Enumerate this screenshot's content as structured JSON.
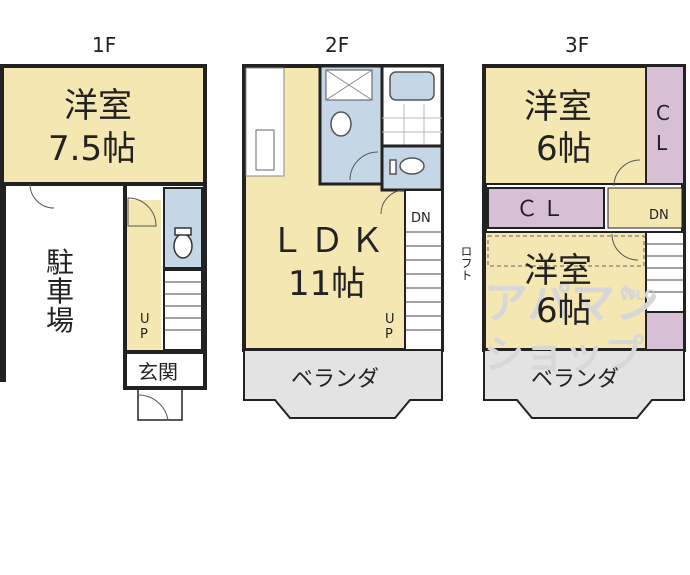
{
  "floors": {
    "f1": "1F",
    "f2": "2F",
    "f3": "3F"
  },
  "rooms": {
    "f1_western_label": "洋室",
    "f1_western_size": "7.5帖",
    "parking_1": "駐",
    "parking_2": "車",
    "parking_3": "場",
    "entrance": "玄関",
    "f1_up_u": "U",
    "f1_up_p": "P",
    "ldk_label": "ＬＤＫ",
    "ldk_size": "11帖",
    "f2_up_u": "U",
    "f2_up_p": "P",
    "f2_dn": "DN",
    "f2_veranda": "ベランダ",
    "f3_room_a_label": "洋室",
    "f3_room_a_size": "6帖",
    "f3_cl_right_1": "C",
    "f3_cl_right_2": "L",
    "f3_cl_mid": "ＣＬ",
    "f3_dn": "DN",
    "loft": "ロフト",
    "f3_room_b_label": "洋室",
    "f3_room_b_size": "6帖",
    "f3_veranda": "ベランダ"
  },
  "watermark": {
    "line1": "アパマン",
    "line2": "ショップ",
    "side": "WLC"
  },
  "colors": {
    "room_yellow": "#f4e7b1",
    "wet_blue": "#c5d7e6",
    "closet_purple": "#d7bfd6",
    "veranda_gray": "#e3e3e3",
    "wall": "#222222"
  }
}
